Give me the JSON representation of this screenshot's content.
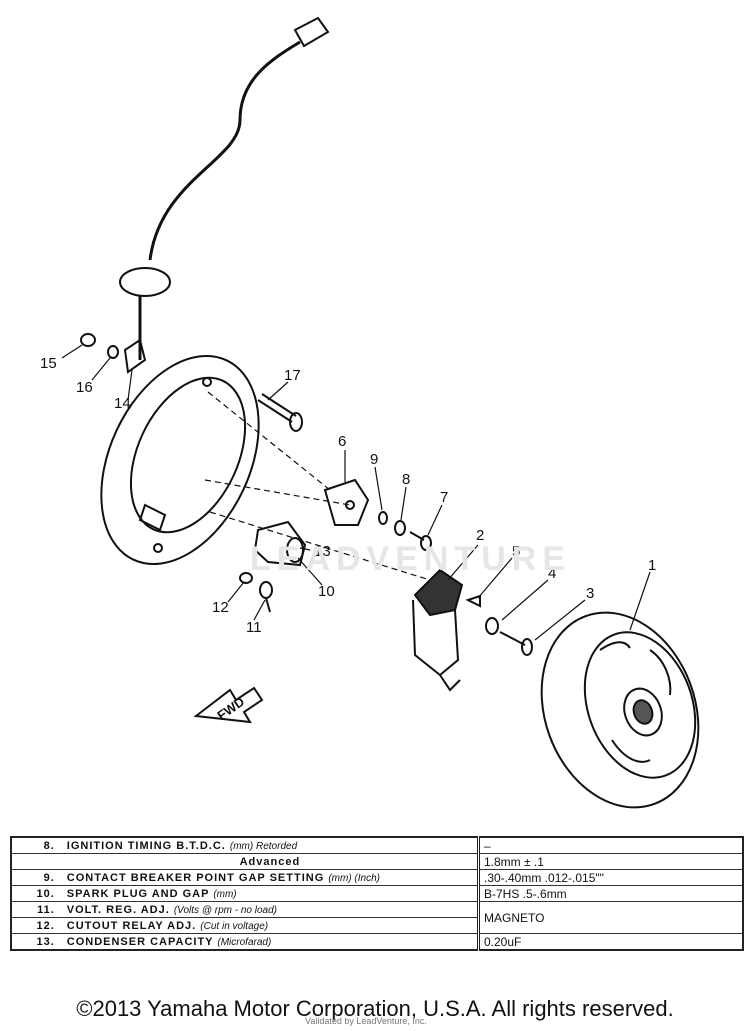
{
  "diagram": {
    "callouts": [
      "1",
      "2",
      "3",
      "4",
      "5",
      "6",
      "7",
      "8",
      "9",
      "10",
      "11",
      "12",
      "13",
      "14",
      "15",
      "16",
      "17"
    ],
    "fwd_label": "FWD",
    "watermark": "LEADVENTURE",
    "watermark_small": "Validated by LeadVenture, Inc."
  },
  "spec_table": {
    "rows": [
      {
        "num": "8.",
        "name": "IGNITION TIMING B.T.D.C.",
        "sub": "(mm) Retorded",
        "value": "–"
      },
      {
        "num": "",
        "name": "Advanced",
        "sub": "",
        "value": "1.8mm ± .1"
      },
      {
        "num": "9.",
        "name": "CONTACT BREAKER POINT GAP SETTING",
        "sub": "(mm) (Inch)",
        "value": ".30-.40mm .012-.015\"\""
      },
      {
        "num": "10.",
        "name": "SPARK PLUG AND GAP",
        "sub": "(mm)",
        "value": "B-7HS  .5-.6mm"
      },
      {
        "num": "11.",
        "name": "VOLT. REG. ADJ.",
        "sub": "(Volts @ rpm - no load)",
        "value": "MAGNETO"
      },
      {
        "num": "12.",
        "name": "CUTOUT RELAY ADJ.",
        "sub": "(Cut in voltage)",
        "value": ""
      },
      {
        "num": "13.",
        "name": "CONDENSER CAPACITY",
        "sub": "(Microfarad)",
        "value": "0.20uF"
      }
    ]
  },
  "copyright": "©2013 Yamaha Motor Corporation, U.S.A. All rights reserved."
}
